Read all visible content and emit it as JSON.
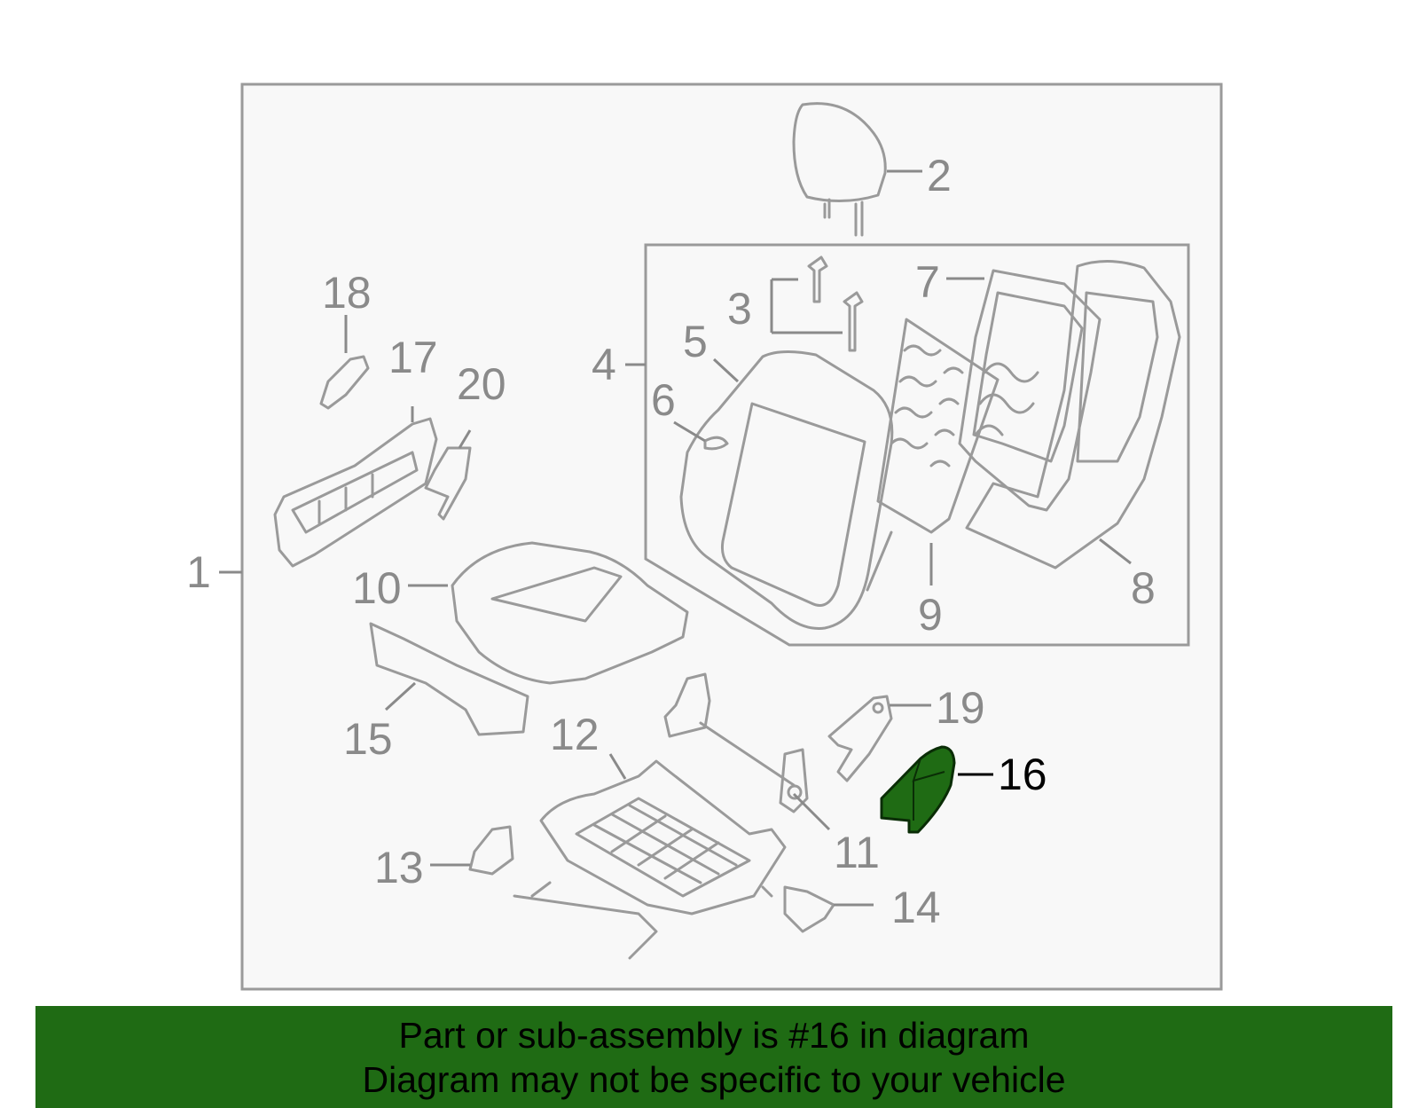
{
  "colors": {
    "background": "#ffffff",
    "frame_fill": "#f8f8f8",
    "frame_stroke": "#9a9a9a",
    "callout_text": "#8a8a8a",
    "highlight_fill": "#1f6b14",
    "banner_fill": "#1f6b14",
    "banner_text": "#000000"
  },
  "callouts": {
    "c1": "1",
    "c2": "2",
    "c3": "3",
    "c4": "4",
    "c5": "5",
    "c6": "6",
    "c7": "7",
    "c8": "8",
    "c9": "9",
    "c10": "10",
    "c11": "11",
    "c12": "12",
    "c13": "13",
    "c14": "14",
    "c15": "15",
    "c16": "16",
    "c17": "17",
    "c18": "18",
    "c19": "19",
    "c20": "20"
  },
  "highlighted_part": "16",
  "banner": {
    "line1": "Part or sub-assembly is #16 in diagram",
    "line2": "Diagram may not be specific to your vehicle"
  }
}
